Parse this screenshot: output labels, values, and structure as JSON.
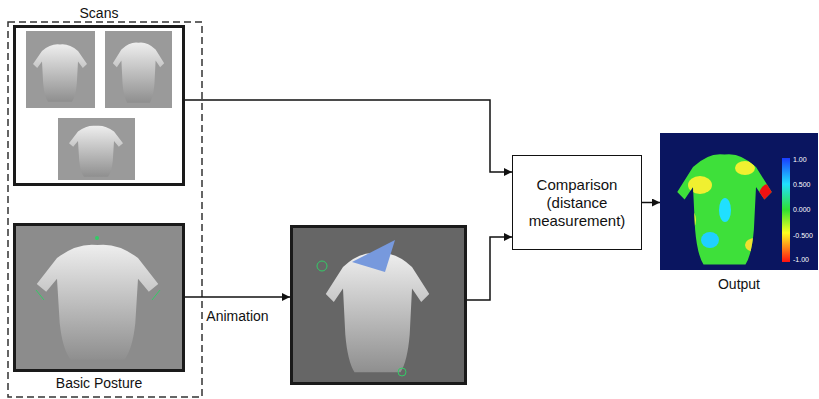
{
  "diagram": {
    "nodes": [
      {
        "text": [
          "Scans"
        ]
      },
      {
        "text": [
          "Basic Posture"
        ]
      },
      {
        "text": []
      },
      {
        "text": [
          "Comparison (distance measurement)"
        ]
      },
      {
        "text": [
          "Output"
        ]
      }
    ],
    "edges": [
      {
        "from": 0,
        "to": 3,
        "arrow": "to"
      },
      {
        "from": 1,
        "to": 2,
        "label": "Animation",
        "arrow": "to"
      },
      {
        "from": 2,
        "to": 3,
        "arrow": "to"
      },
      {
        "from": 3,
        "to": 4,
        "arrow": "to"
      }
    ],
    "labels": [
      "1.00",
      "0.500",
      "0.000",
      "-0.500",
      "-1.00"
    ]
  }
}
